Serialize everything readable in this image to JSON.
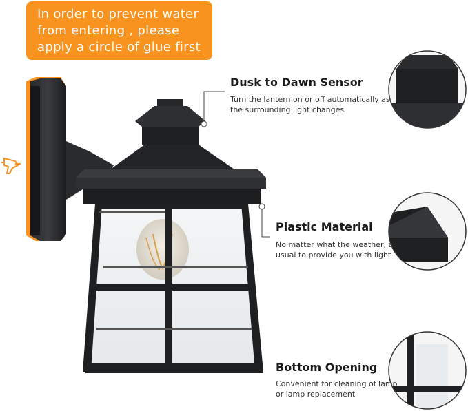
{
  "banner": {
    "lines": [
      "In order to prevent water",
      "from entering , please",
      "apply a circle of glue first"
    ]
  },
  "features": [
    {
      "title": "Dusk to Dawn Sensor",
      "desc_lines": [
        "Turn the lantern on or off automatically as",
        "the surrounding light changes"
      ]
    },
    {
      "title": "Plastic Material",
      "desc_lines": [
        "No matter what the weather, as",
        "usual to provide you with light"
      ]
    },
    {
      "title": "Bottom Opening",
      "desc_lines": [
        "Convenient for cleaning of lamp",
        "or lamp replacement"
      ]
    }
  ],
  "colors": {
    "accent": "#f7931e",
    "lamp_body": "#1e1f21",
    "text": "#1a1a1a"
  }
}
